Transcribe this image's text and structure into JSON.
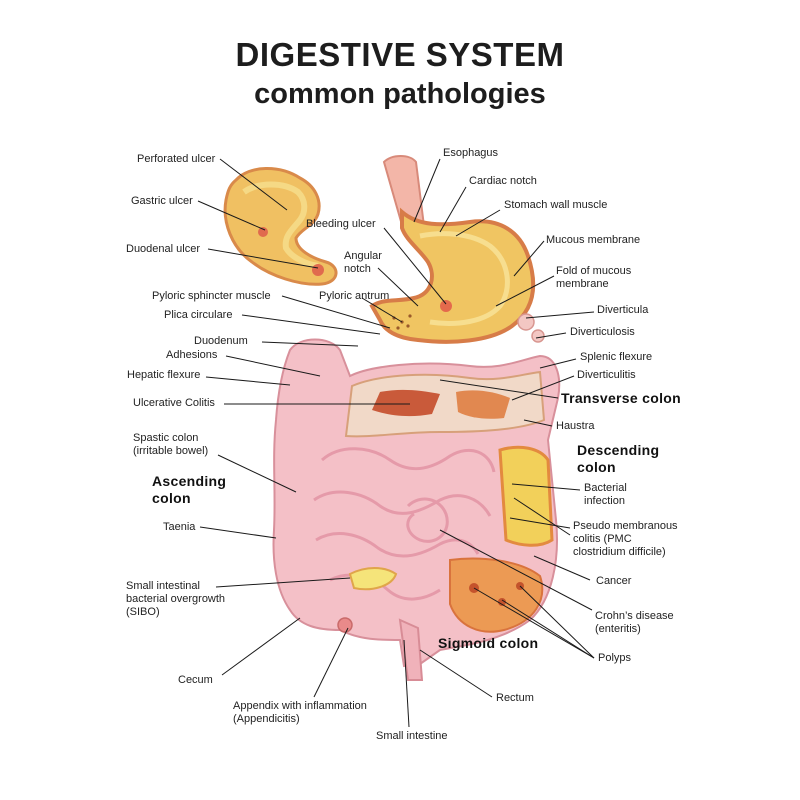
{
  "title": "DIGESTIVE SYSTEM",
  "subtitle": "common pathologies",
  "labels": {
    "perforated_ulcer": "Perforated ulcer",
    "gastric_ulcer": "Gastric ulcer",
    "duodenal_ulcer": "Duodenal ulcer",
    "bleeding_ulcer": "Bleeding ulcer",
    "angular_notch": "Angular\nnotch",
    "pyloric_sphincter_muscle": "Pyloric sphincter muscle",
    "pyloric_antrum": "Pyloric antrum",
    "plica_circulare": "Plica circulare",
    "duodenum": "Duodenum",
    "adhesions": "Adhesions",
    "hepatic_flexure": "Hepatic flexure",
    "ulcerative_colitis": "Ulcerative Colitis",
    "spastic_colon": "Spastic colon\n(irritable bowel)",
    "taenia": "Taenia",
    "sibo": "Small intestinal\nbacterial overgrowth\n(SIBO)",
    "cecum": "Cecum",
    "appendix": "Appendix with inflammation\n(Appendicitis)",
    "small_intestine": "Small intestine",
    "rectum": "Rectum",
    "esophagus": "Esophagus",
    "cardiac_notch": "Cardiac notch",
    "stomach_wall_muscle": "Stomach wall muscle",
    "mucous_membrane": "Mucous membrane",
    "fold_of_mucous_membrane": "Fold of mucous\nmembrane",
    "diverticula": "Diverticula",
    "diverticulosis": "Diverticulosis",
    "splenic_flexure": "Splenic flexure",
    "diverticulitis": "Diverticulitis",
    "haustra": "Haustra",
    "bacterial_infection": "Bacterial\ninfection",
    "pseudo_membranous_colitis": "Pseudo membranous\ncolitis (PMC\nclostridium difficile)",
    "cancer": "Cancer",
    "crohns_disease": "Crohn’s disease\n(enteritis)",
    "polyps": "Polyps"
  },
  "section_headings": {
    "ascending_colon": "Ascending\ncolon",
    "transverse_colon": "Transverse  colon",
    "descending_colon": "Descending\ncolon",
    "sigmoid_colon": "Sigmoid colon"
  },
  "colors": {
    "stomach": "#f2c55a",
    "mucosa_pink": "#f3b3b0",
    "intestine_pink": "#f4c3cc",
    "colon_orange": "#e8a060",
    "leader_line": "#1a1a1a"
  }
}
